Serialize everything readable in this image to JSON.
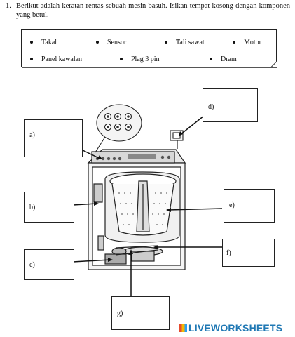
{
  "question": {
    "number": "1.",
    "text": "Berikut adalah keratan rentas sebuah mesin basuh. Isikan tempat kosong dengan komponen yang betul."
  },
  "word_bank": [
    "Takal",
    "Sensor",
    "Tali sawat",
    "Motor",
    "Panel kawalan",
    "Plag 3 pin",
    "Dram"
  ],
  "answer_boxes": [
    {
      "label": "a)",
      "value": ""
    },
    {
      "label": "b)",
      "value": ""
    },
    {
      "label": "c)",
      "value": ""
    },
    {
      "label": "d)",
      "value": ""
    },
    {
      "label": "e)",
      "value": ""
    },
    {
      "label": "f)",
      "value": ""
    },
    {
      "label": "g)",
      "value": ""
    }
  ],
  "logo": {
    "text": "LIVEWORKSHEETS"
  }
}
